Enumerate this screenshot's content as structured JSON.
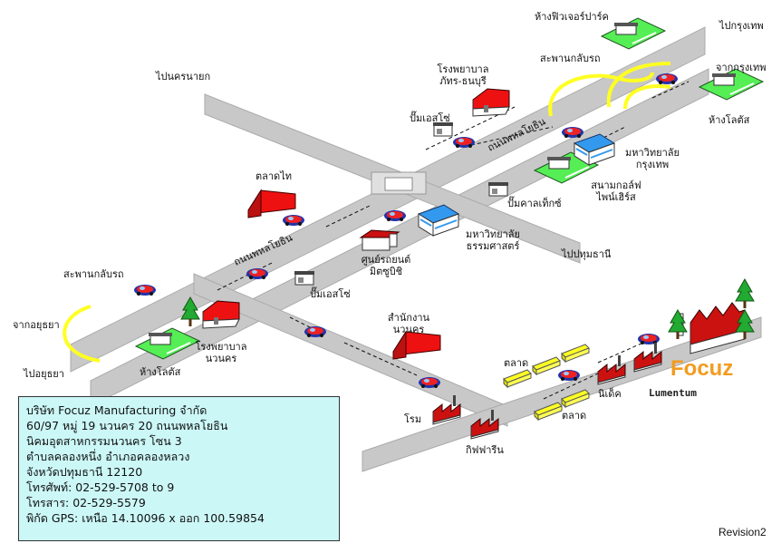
{
  "labels": {
    "to_nakhon_nayok": "ไปนครนายก",
    "to_bangkok": "ไปกรุงเทพ",
    "from_bangkok": "จากกรุงเทพ",
    "future_park": "ห้างฟิวเจอร์ปาร์ค",
    "bridge_top": "สะพานกลับรถ",
    "hospital_1": "โรงพยาบาล",
    "hospital_1b": "ภัทร-ธนบุรี",
    "esso_top": "ปั๊มเอสโซ่",
    "road_phahon_top": "ถนนพหลโยธิน",
    "bangkok_univ_1": "มหาวิทยาลัย",
    "bangkok_univ_2": "กรุงเทพ",
    "lotus_right": "ห้างโลตัส",
    "golf_1": "สนามกอล์ฟ",
    "golf_2": "ไพน์เฮิร์ส",
    "caltex": "ปั๊มคาลเท็กซ์",
    "talad_thai": "ตลาดไท",
    "thammasat_1": "มหาวิทยาลัย",
    "thammasat_2": "ธรรมศาสตร์",
    "to_pathum": "ไปปทุมธานี",
    "mitsubishi_1": "ศูนย์รถยนต์",
    "mitsubishi_2": "มิตซูบิชิ",
    "road_phahon_mid": "ถนนพหลโยธิน",
    "esso_mid": "ปั๊มเอสโซ่",
    "bridge_left": "สะพานกลับรถ",
    "from_ayutthaya": "จากอยุธยา",
    "to_ayutthaya": "ไปอยุธยา",
    "hospital_2": "โรงพยาบาล",
    "hospital_2b": "นวนคร",
    "lotus_left": "ห้างโลตัส",
    "navanakorn_office_1": "สำนักงาน",
    "navanakorn_office_2": "นวนคร",
    "market_1": "ตลาด",
    "market_2": "ตลาด",
    "nidec": "นิเด็ค",
    "rohm": "โรม",
    "giffarine": "กิฟฟารีน"
  },
  "company": {
    "brand": "Focuz",
    "neighbor": "Lumentum",
    "revision": "Revision2",
    "lines": [
      "บริษัท Focuz Manufacturing จำกัด",
      "60/97 หมู่ 19 นวนคร 20 ถนนพหลโยธิน",
      "นิคมอุตสาหกรรมนวนคร โซน 3",
      "ตำบลคลองหนึ่ง อำเภอคลองหลวง",
      "จังหวัดปทุมธานี 12120",
      "โทรศัพท์: 02-529-5708 to 9",
      "โทรสาร: 02-529-5579",
      "พิกัด GPS: เหนือ 14.10096 x ออก 100.59854"
    ]
  },
  "colors": {
    "road": "#c8c8c8",
    "bridge": "#ffff22",
    "grass": "#55ee55",
    "roof_red": "#ee1111",
    "info_bg": "#ccf7f7",
    "brand": "#f39b1f",
    "building_blue": "#3399ee"
  }
}
